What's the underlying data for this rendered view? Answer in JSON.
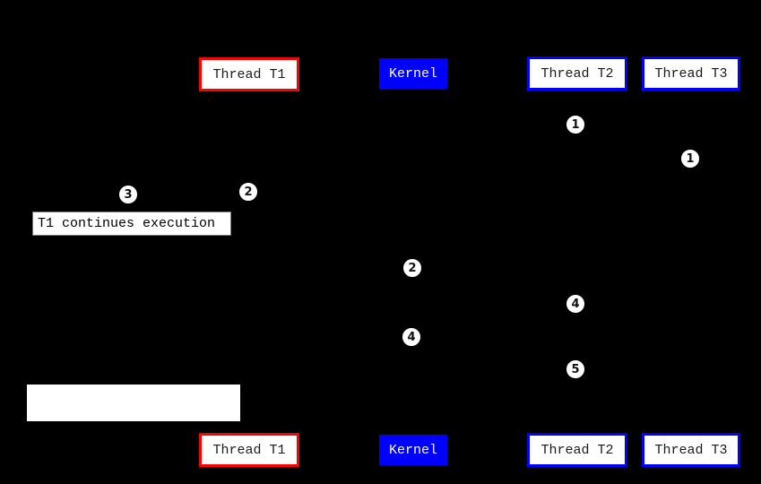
{
  "diagram": {
    "kind": "thread-kernel-sequence-diagram",
    "background_color": "#000000"
  },
  "colors": {
    "t1_border": "#ff0000",
    "t2_t3_border": "#0000ff",
    "kernel_fill": "#0000ff",
    "box_fill": "#ffffff",
    "box_text": "#1a1a1a",
    "kernel_text": "#ffffff",
    "marker_fill": "#ffffff",
    "marker_text": "#111111"
  },
  "participants": {
    "t1": {
      "label": "Thread T1"
    },
    "kernel": {
      "label": "Kernel"
    },
    "t2": {
      "label": "Thread T2"
    },
    "t3": {
      "label": "Thread T3"
    }
  },
  "sequence_numbers": [
    "1",
    "1",
    "2",
    "3",
    "2",
    "4",
    "4",
    "5"
  ],
  "note": {
    "text": "T1 continues execution"
  },
  "blank_note": {
    "text": ""
  }
}
